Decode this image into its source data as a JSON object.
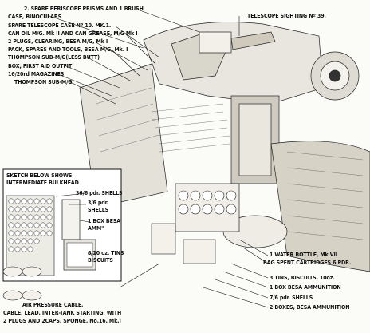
{
  "labels": {
    "left": [
      "2. SPARE PERISCOPE PRISMS AND 1 BRUSH",
      "CASE, BINOCULARS",
      "SPARE TELESCOPE CASE Nº 10. MK.1.",
      "CAN OIL M/G. Mk II AND CAN GREASE, M/G Mk I",
      "2 PLUGS, CLEARING, BESA M/G, Mk I",
      "PACK, SPARES AND TOOLS, BESA M/G, Mk. I",
      "THOMPSON SUB-M/G(LESS BUTT)",
      "BOX, FIRST AID OUTFIT",
      "16/20rd MAGAZINES",
      "THOMPSON SUB-M/G"
    ],
    "top_right": "TELESCOPE SIGHTING Nº 39.",
    "sketch_note": [
      "SKETCH BELOW SHOWS",
      "INTERMEDIATE BULKHEAD"
    ],
    "sketch": [
      "36/6 pdr. SHELLS",
      "3/6 pdr.",
      "SHELLS",
      "1 BOX BESA",
      "AMM\"",
      "6/10 oz. TINS",
      "BISCUITS"
    ],
    "bottom_left": [
      "AIR PRESSURE CABLE.",
      "CABLE, LEAD, INTER-TANK STARTING, WITH",
      "2 PLUGS AND 2CAPS, SPONGE, No.16, Mk.I"
    ],
    "bottom_right": [
      "1 WATER BOTTLE, Mk VII",
      "BAG SPENT CARTRIDGES 6 PDR.",
      "3 TINS, BISCUITS, 10oz.",
      "1 BOX BESA AMMUNITION",
      "7/6 pdr. SHELLS",
      "2 BOXES, BESA AMMUNITION"
    ]
  }
}
